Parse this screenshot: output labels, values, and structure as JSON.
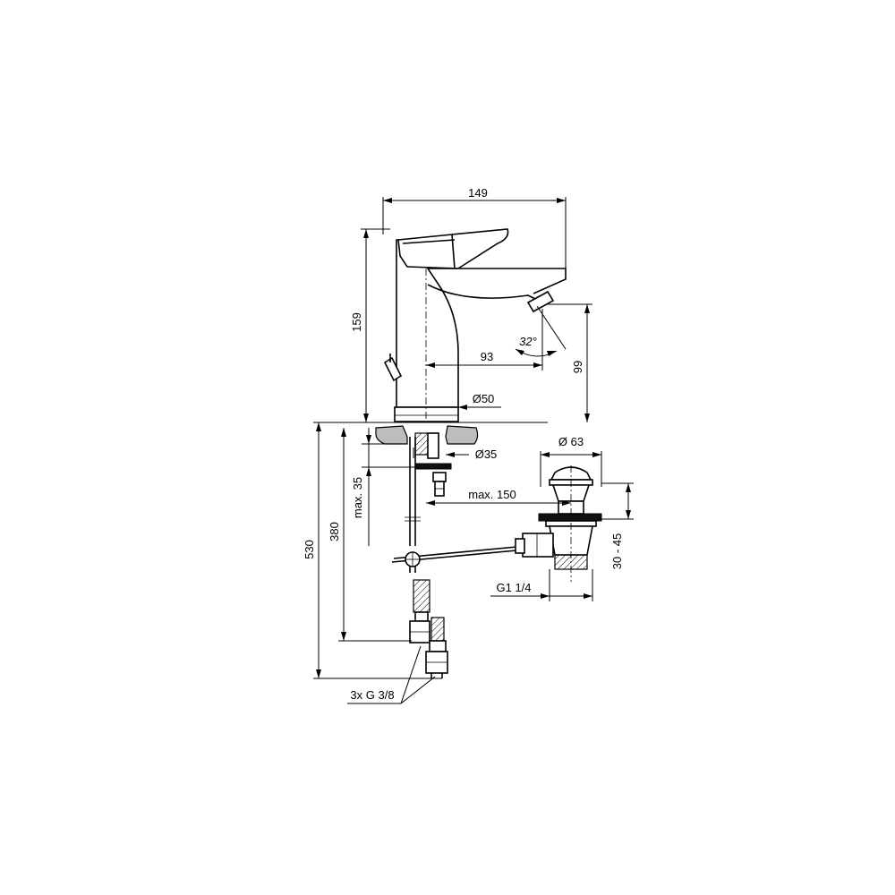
{
  "diagram": {
    "dimensions": {
      "width_top": "149",
      "height_tap": "159",
      "reach": "93",
      "angle": "32°",
      "spout_height": "99",
      "base_diameter": "Ø50",
      "hole_diameter": "Ø35",
      "max_thickness": "max. 35",
      "total_530": "530",
      "hose_380": "380",
      "waste_diameter": "Ø 63",
      "max_reach": "max. 150",
      "waste_adjust": "30 - 45",
      "waste_thread": "G1 1/4",
      "hose_thread": "3x G 3/8"
    }
  }
}
